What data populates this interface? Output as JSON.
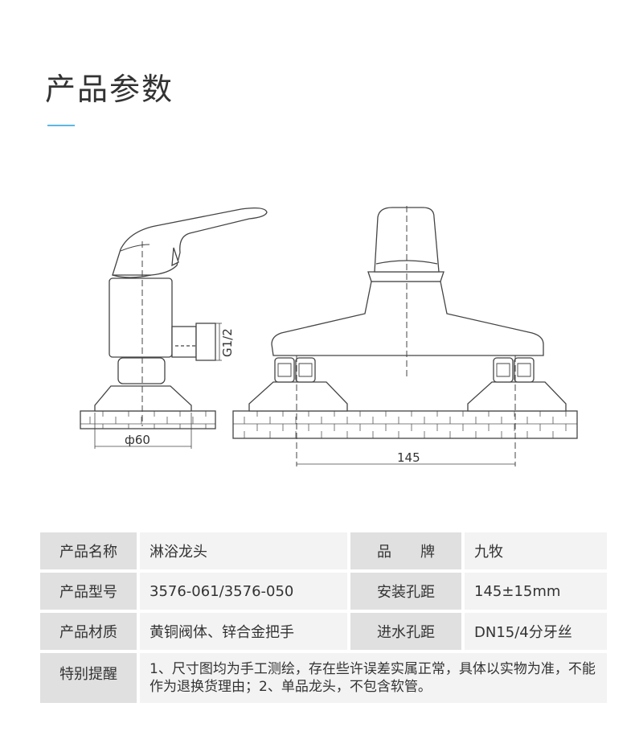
{
  "page": {
    "title": "产品参数",
    "accent_color": "#5bb8e6"
  },
  "drawing": {
    "label_thread": "G1/2",
    "label_diameter": "ф60",
    "label_spacing": "145"
  },
  "specs": {
    "row1": {
      "label1": "产品名称",
      "value1": "淋浴龙头",
      "label2": "品　　牌",
      "value2": "九牧"
    },
    "row2": {
      "label1": "产品型号",
      "value1": "3576-061/3576-050",
      "label2": "安装孔距",
      "value2": "145±15mm"
    },
    "row3": {
      "label1": "产品材质",
      "value1": "黄铜阀体、锌合金把手",
      "label2": "进水孔距",
      "value2": "DN15/4分牙丝"
    },
    "row4": {
      "label": "特别提醒",
      "value": "1、尺寸图均为手工测绘，存在些许误差实属正常，具体以实物为准，不能作为退换货理由；2、单品龙头，不包含软管。"
    }
  }
}
